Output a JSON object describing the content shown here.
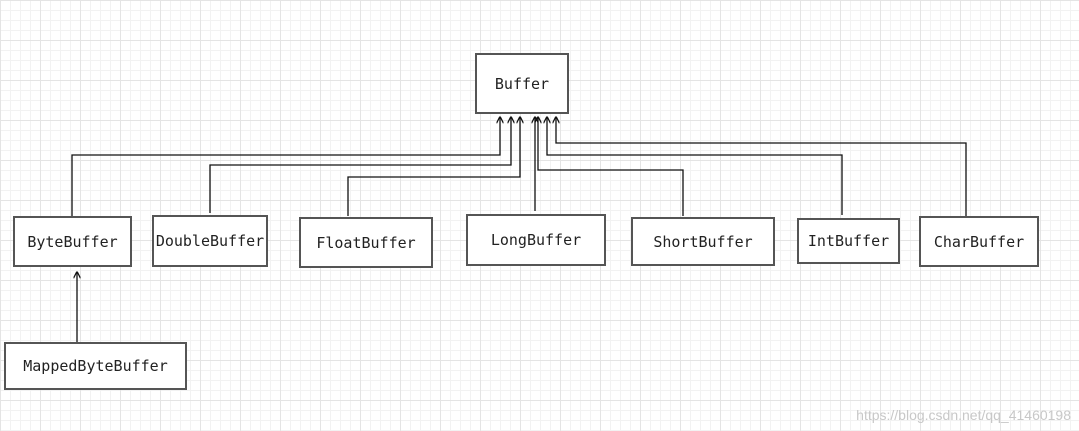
{
  "diagram": {
    "root": {
      "id": "buffer",
      "label": "Buffer"
    },
    "classes": [
      {
        "id": "bytebuffer",
        "label": "ByteBuffer"
      },
      {
        "id": "doublebuffer",
        "label": "DoubleBuffer"
      },
      {
        "id": "floatbuffer",
        "label": "FloatBuffer"
      },
      {
        "id": "longbuffer",
        "label": "LongBuffer"
      },
      {
        "id": "shortbuffer",
        "label": "ShortBuffer"
      },
      {
        "id": "intbuffer",
        "label": "IntBuffer"
      },
      {
        "id": "charbuffer",
        "label": "CharBuffer"
      }
    ],
    "subclass": {
      "id": "mappedbytebuffer",
      "label": "MappedByteBuffer"
    },
    "edges": [
      {
        "from": "bytebuffer",
        "to": "buffer"
      },
      {
        "from": "doublebuffer",
        "to": "buffer"
      },
      {
        "from": "floatbuffer",
        "to": "buffer"
      },
      {
        "from": "longbuffer",
        "to": "buffer"
      },
      {
        "from": "shortbuffer",
        "to": "buffer"
      },
      {
        "from": "intbuffer",
        "to": "buffer"
      },
      {
        "from": "charbuffer",
        "to": "buffer"
      },
      {
        "from": "mappedbytebuffer",
        "to": "bytebuffer"
      }
    ]
  },
  "watermark": "https://blog.csdn.net/qq_41460198",
  "colors": {
    "line": "#111111",
    "box_border": "#555555",
    "text": "#222222",
    "grid": "#e4e4e4"
  }
}
